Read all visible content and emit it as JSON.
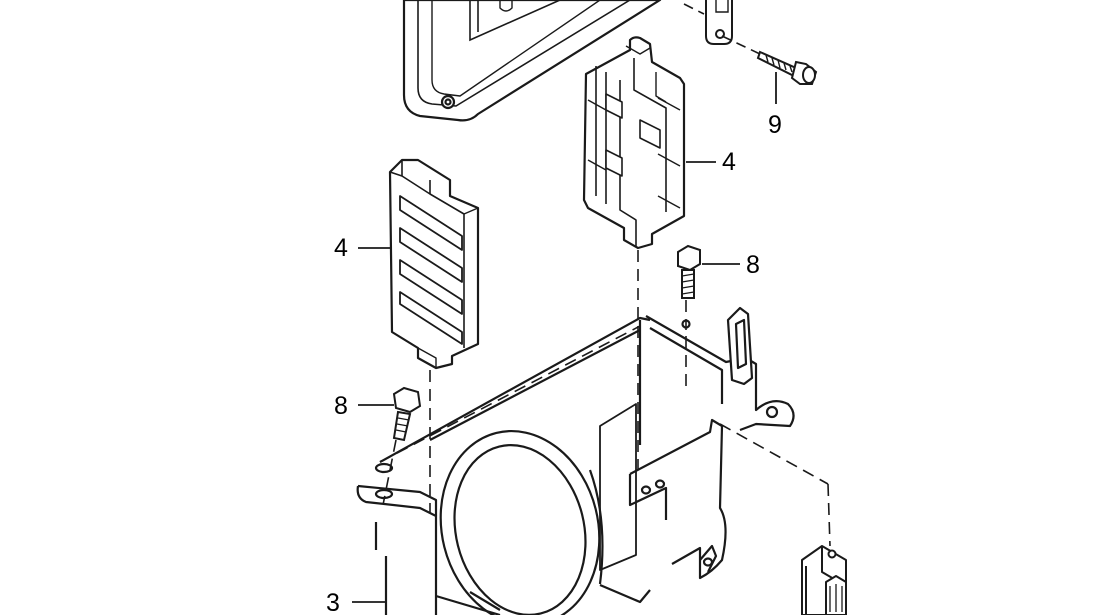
{
  "diagram": {
    "labels": {
      "bracket_3": "3",
      "holder_4_left": "4",
      "holder_4_right": "4",
      "bolt_8_left": "8",
      "bolt_8_right": "8",
      "screw_9": "9"
    },
    "colors": {
      "line": "#1a1a1a",
      "part_fill": "#ffffff",
      "background": "#ffffff"
    }
  }
}
